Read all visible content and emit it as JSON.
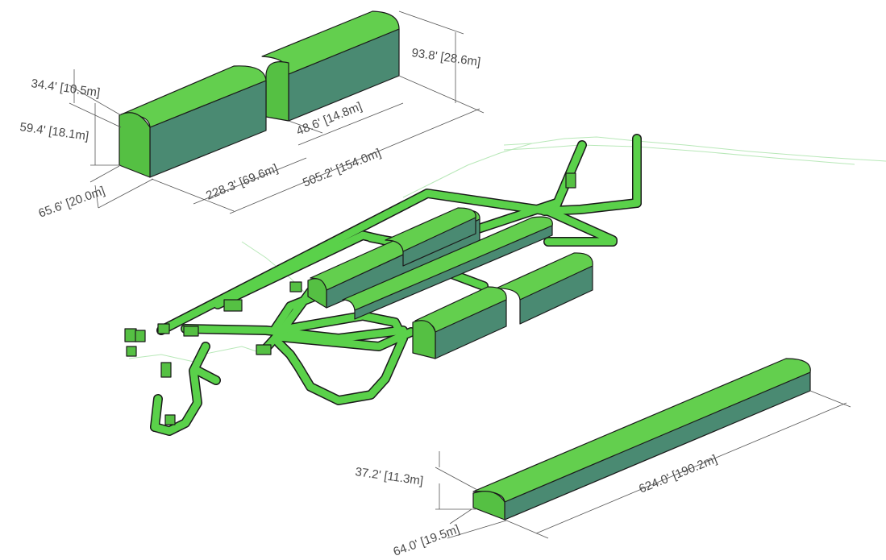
{
  "colors": {
    "top_face": "#63cf4e",
    "side_face": "#4a8a72",
    "end_face": "#55c043",
    "tunnel": "#5ad14a",
    "trace": "#b8e8b8",
    "dimension": "#555555",
    "text": "#4a4a4a"
  },
  "dimensions": {
    "cavern_a_height_upper": "34.4' [10.5m]",
    "cavern_a_height_lower": "59.4' [18.1m]",
    "cavern_a_width": "65.6' [20.0m]",
    "cavern_a_section_length": "228.3' [69.6m]",
    "cavern_a_gap": "48.6' [14.8m]",
    "cavern_a_total_length": "505.2' [154.0m]",
    "cavern_a_total_height": "93.8' [28.6m]",
    "cavern_b_height": "37.2' [11.3m]",
    "cavern_b_width": "64.0' [19.5m]",
    "cavern_b_length": "624.0' [190.2m]"
  }
}
